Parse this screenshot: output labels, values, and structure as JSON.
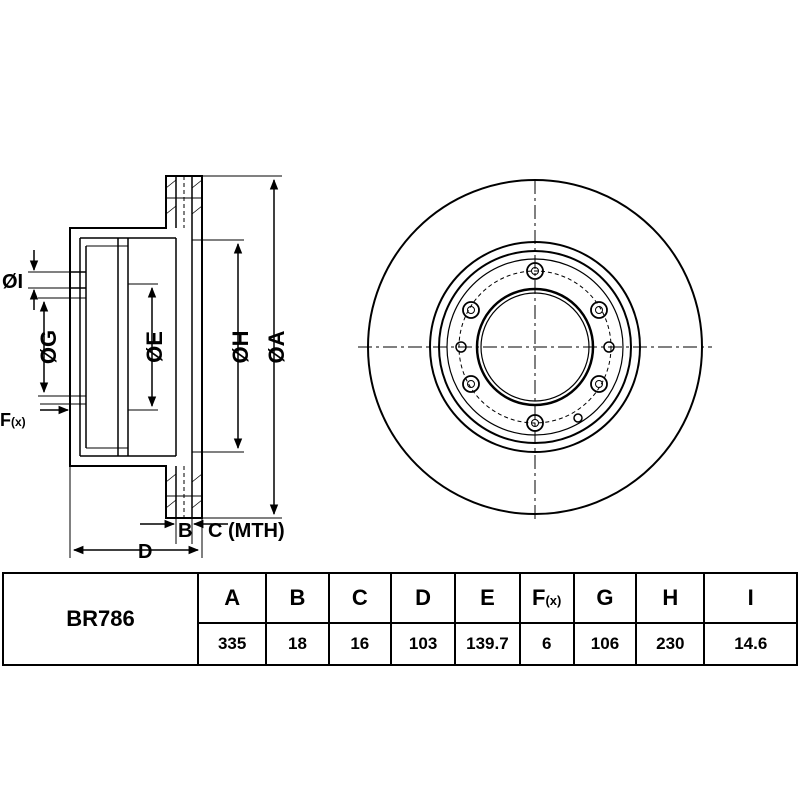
{
  "part_number": "BR786",
  "dimension_labels": {
    "A": "ØA",
    "B": "B",
    "C_MTH": "C (MTH)",
    "D": "D",
    "E": "ØE",
    "F": "F(x)",
    "G": "ØG",
    "H": "ØH",
    "I": "ØI"
  },
  "table": {
    "headers": [
      "A",
      "B",
      "C",
      "D",
      "E",
      "F(x)",
      "G",
      "H",
      "I"
    ],
    "values": [
      "335",
      "18",
      "16",
      "103",
      "139.7",
      "6",
      "106",
      "230",
      "14.6"
    ]
  },
  "colors": {
    "line": "#000000",
    "background": "#ffffff"
  }
}
